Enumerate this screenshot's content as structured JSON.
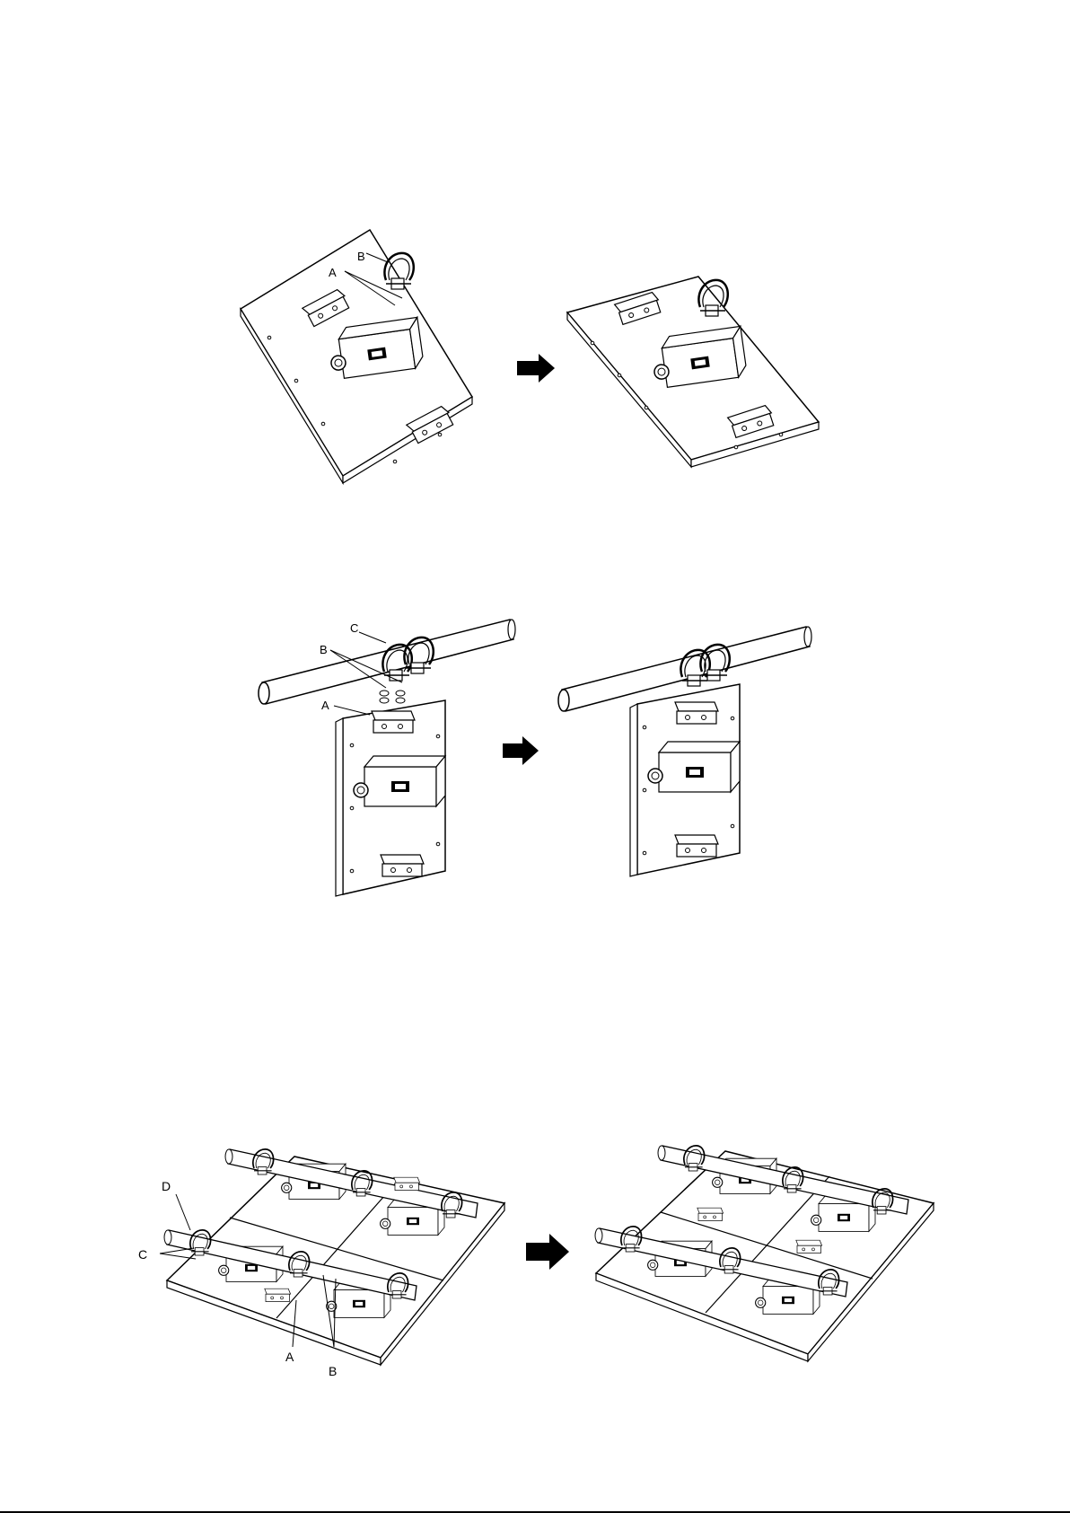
{
  "page": {
    "figures": [
      {
        "id": "step-1",
        "callouts": [
          "A",
          "B"
        ]
      },
      {
        "id": "step-2",
        "callouts": [
          "A",
          "B",
          "C"
        ]
      },
      {
        "id": "step-3",
        "callouts": [
          "A",
          "B",
          "C",
          "D"
        ]
      }
    ]
  },
  "labels": {
    "fig1_A": "A",
    "fig1_B": "B",
    "fig2_A": "A",
    "fig2_B": "B",
    "fig2_C": "C",
    "fig3_A": "A",
    "fig3_B": "B",
    "fig3_C": "C",
    "fig3_D": "D"
  },
  "icons": {
    "arrow": "right-arrow-icon",
    "panel": "led-panel-drawing",
    "clamp": "truss-clamp-drawing",
    "pipe": "truss-pipe-drawing"
  },
  "colors": {
    "line": "#000000",
    "fill": "#ffffff",
    "shade": "#d9d9d9"
  }
}
